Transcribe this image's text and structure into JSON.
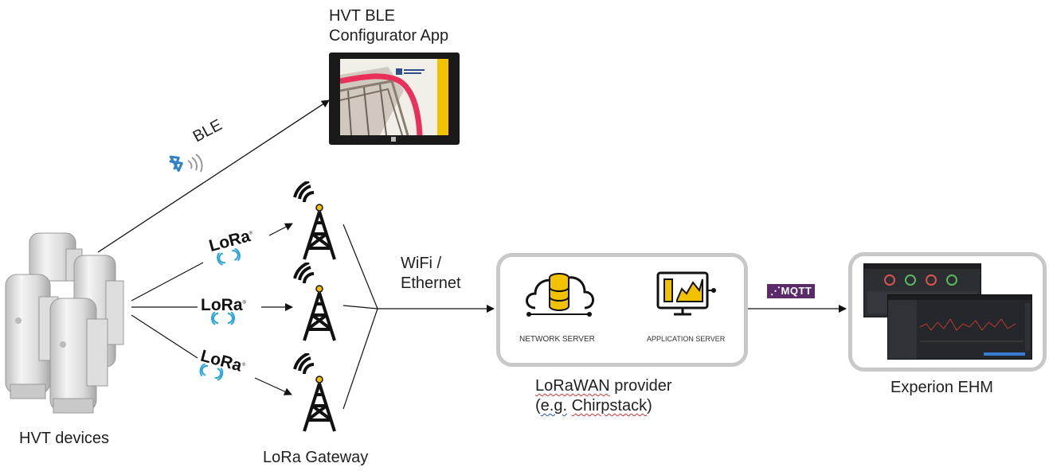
{
  "labels": {
    "app_title_line1": "HVT BLE",
    "app_title_line2": "Configurator App",
    "ble": "BLE",
    "wifi_line1": "WiFi /",
    "wifi_line2": "Ethernet",
    "hvt_devices": "HVT devices",
    "lora_gateway": "LoRa Gateway",
    "network_server": "NETWORK SERVER",
    "application_server": "APPLICATION SERVER",
    "provider_line1_a": "LoRaWAN",
    "provider_line1_b": " provider",
    "provider_line2_a": "(",
    "provider_line2_b": "e.g.",
    "provider_line2_c": " ",
    "provider_line2_d": "Chirpstack",
    "provider_line2_e": ")",
    "experion": "Experion EHM",
    "mqtt": "MQTT"
  },
  "lora_badges": [
    "LoRa",
    "LoRa",
    "LoRa"
  ],
  "icons": [
    "bluetooth-icon",
    "lora-wave-icon",
    "cell-tower-icon",
    "database-cloud-icon",
    "monitor-chart-icon",
    "mqtt-logo",
    "tablet-screenshot",
    "dashboard-screenshot",
    "sensor-device"
  ],
  "colors": {
    "bluetooth": "#2f80c8",
    "mqtt": "#5a2a6b",
    "box_border": "#c8c8c8",
    "accent_yellow": "#f2c200",
    "lora_wave": "#2aa3d6"
  }
}
